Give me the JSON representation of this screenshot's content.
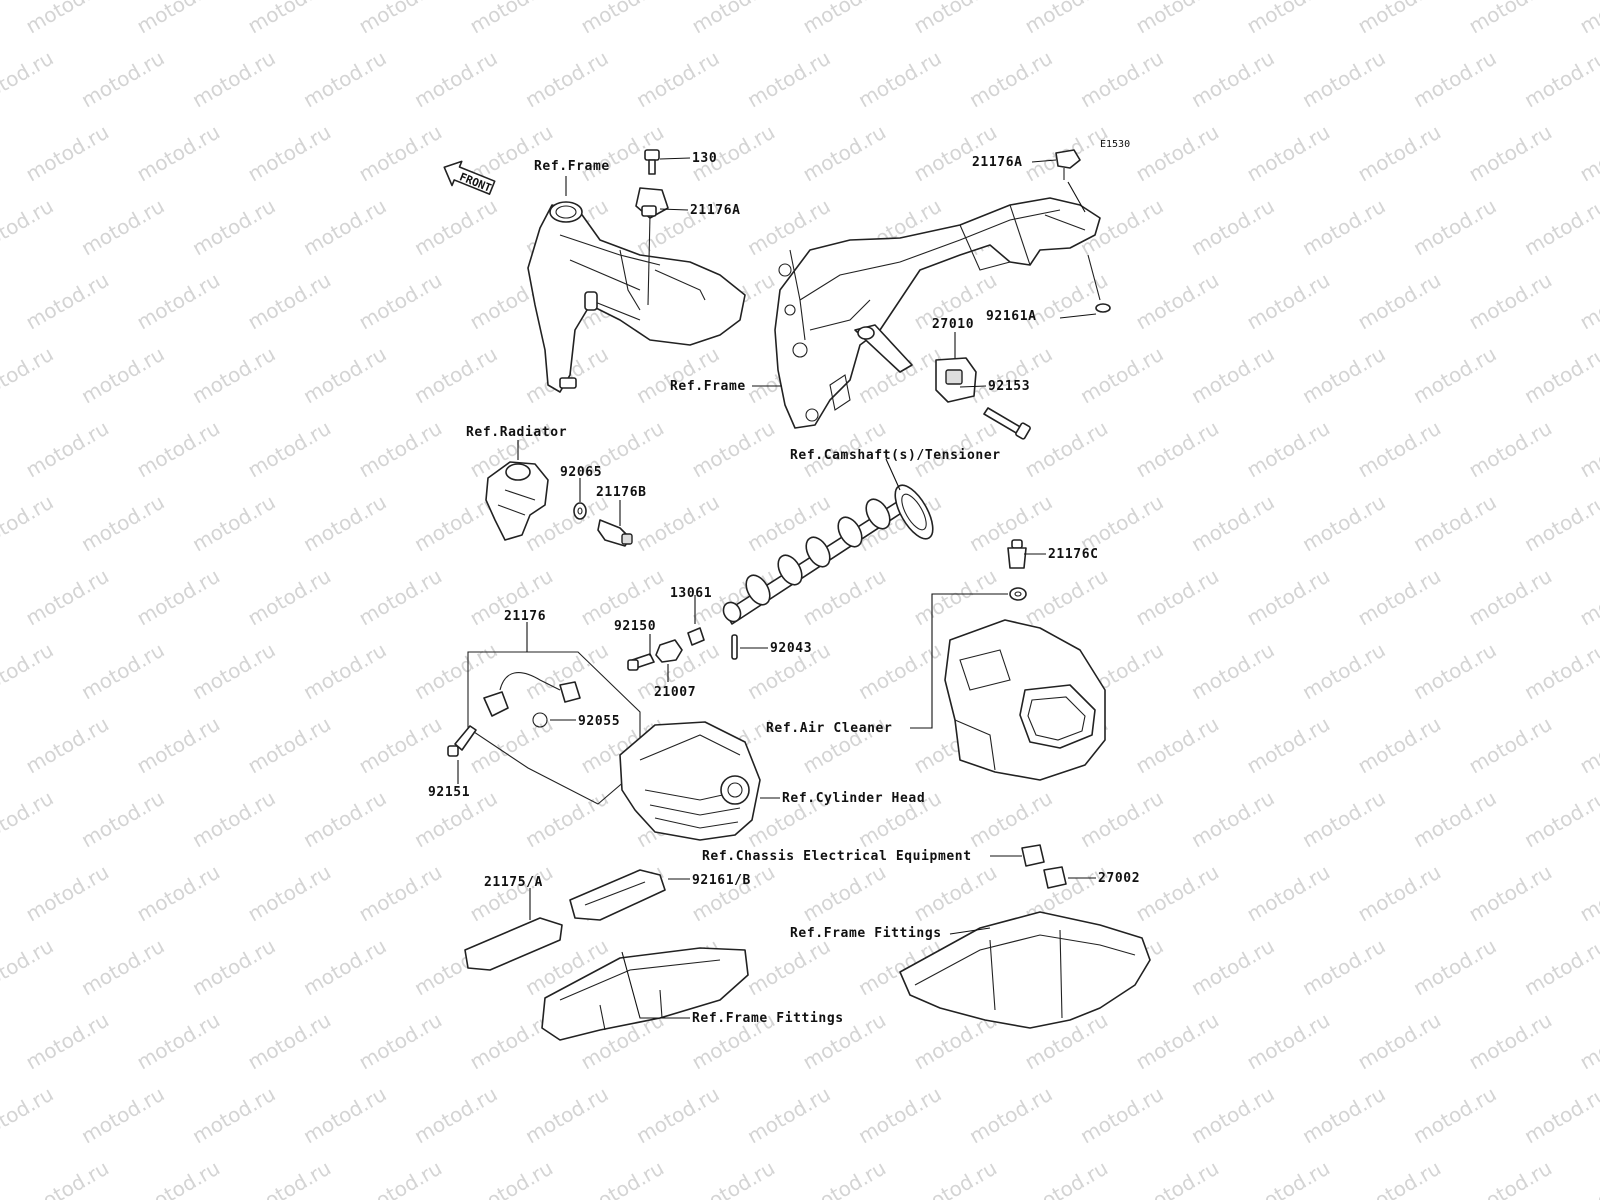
{
  "watermark": "motod.ru",
  "diagram_code": "E1530",
  "front_arrow": "FRONT",
  "labels": {
    "130": "130",
    "21176A_top": "21176A",
    "21176A_right": "21176A",
    "92161A": "92161A",
    "27010": "27010",
    "92153": "92153",
    "21176B": "21176B",
    "92065": "92065",
    "21176C": "21176C",
    "13061": "13061",
    "92150": "92150",
    "21007": "21007",
    "92043": "92043",
    "21176": "21176",
    "92055": "92055",
    "92151": "92151",
    "21175A": "21175/A",
    "92161B": "92161/B",
    "27002": "27002"
  },
  "refs": {
    "frame_top": "Ref.Frame",
    "frame_mid": "Ref.Frame",
    "radiator": "Ref.Radiator",
    "camshaft": "Ref.Camshaft(s)/Tensioner",
    "air_cleaner": "Ref.Air Cleaner",
    "cylinder_head": "Ref.Cylinder Head",
    "chassis_elec": "Ref.Chassis Electrical Equipment",
    "frame_fittings_right": "Ref.Frame Fittings",
    "frame_fittings_bottom": "Ref.Frame Fittings"
  }
}
